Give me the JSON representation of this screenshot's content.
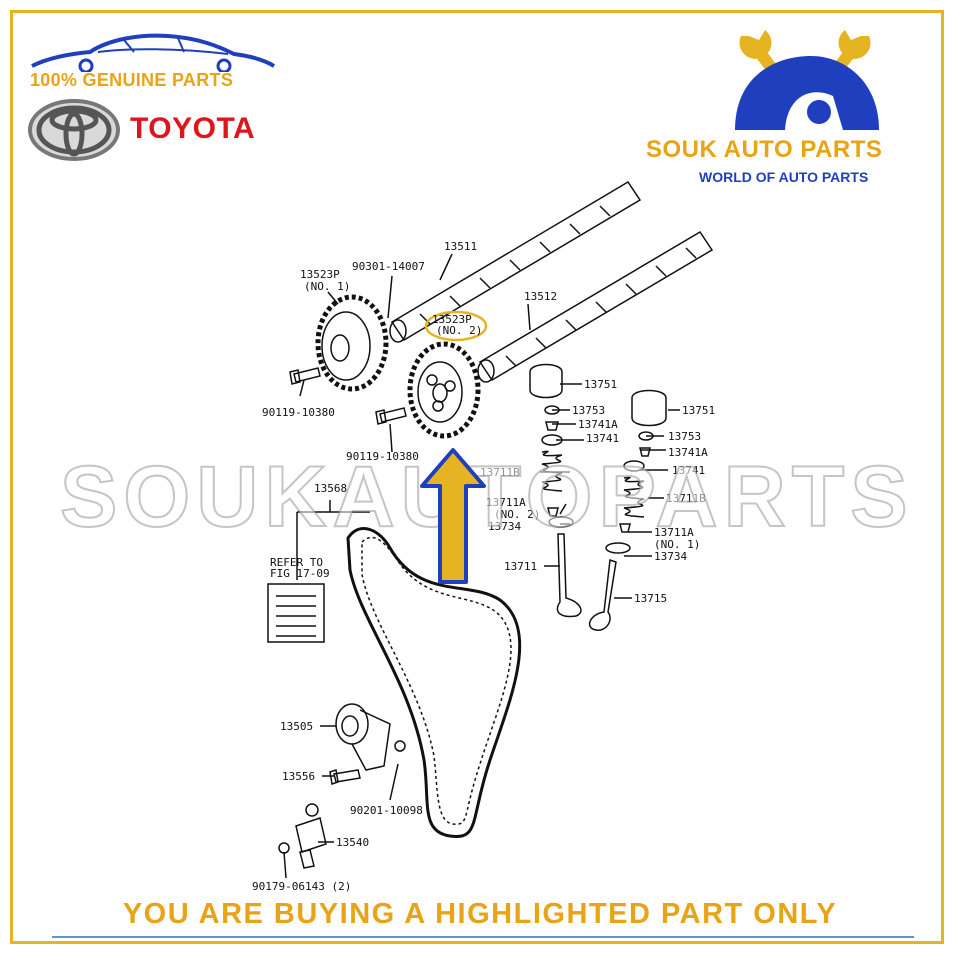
{
  "branding": {
    "tagline": "100% GENUINE PARTS",
    "brand_name": "TOYOTA",
    "seller_name": "SOUK AUTO PARTS",
    "seller_slogan": "WORLD OF AUTO PARTS",
    "watermark": "SOUKAUTOPARTS"
  },
  "colors": {
    "accent_gold": "#e8a317",
    "brand_red": "#e0141d",
    "seller_blue": "#1f3fbf",
    "highlight_arrow": "#e6b422"
  },
  "diagram": {
    "parts": {
      "p13511": "13511",
      "p13512": "13512",
      "p13523p_no1": "13523P",
      "p13523p_no1_note": "(NO. 1)",
      "p13523p_no2": "13523P",
      "p13523p_no2_note": "(NO. 2)",
      "p90301": "90301-14007",
      "p90119_a": "90119-10380",
      "p90119_b": "90119-10380",
      "p13568": "13568",
      "refer_line1": "REFER TO",
      "refer_line2": "FIG 17-09",
      "p13751_a": "13751",
      "p13753_a": "13753",
      "p13741a_a": "13741A",
      "p13741_a": "13741",
      "p13711b_a": "13711B",
      "p13711a_no2": "13711A",
      "p13711a_no2_note": "(NO. 2)",
      "p13734_a": "13734",
      "p13711": "13711",
      "p13751_b": "13751",
      "p13753_b": "13753",
      "p13741a_b": "13741A",
      "p13741_b": "13741",
      "p13711b_b": "13711B",
      "p13711a_no1": "13711A",
      "p13711a_no1_note": "(NO. 1)",
      "p13734_b": "13734",
      "p13715": "13715",
      "p13505": "13505",
      "p13556": "13556",
      "p90201": "90201-10098",
      "p13540": "13540",
      "p90179": "90179-06143 (2)"
    },
    "highlighted_part": "13523P"
  },
  "footer": {
    "notice": "YOU ARE BUYING A HIGHLIGHTED PART ONLY"
  }
}
